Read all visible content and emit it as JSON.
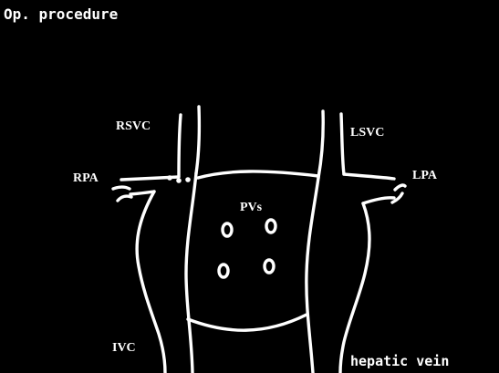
{
  "title": "Op. procedure",
  "labels": {
    "rsvc": "RSVC",
    "lsvc": "LSVC",
    "rpa": "RPA",
    "lpa": "LPA",
    "pvs": "PVs",
    "ivc": "IVC",
    "hepatic_vein": "hepatic vein"
  },
  "colors": {
    "background": "#000000",
    "line": "#ffffff"
  }
}
